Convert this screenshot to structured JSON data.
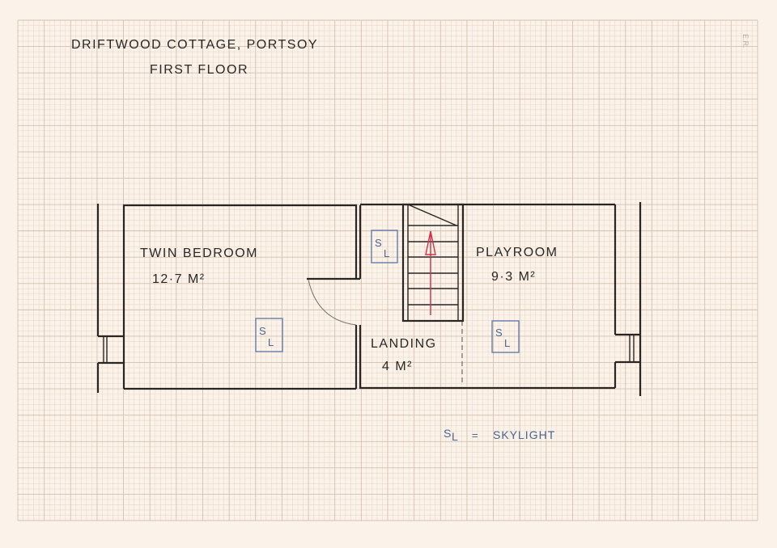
{
  "title": "DRIFTWOOD COTTAGE, PORTSOY",
  "subtitle": "FIRST FLOOR",
  "initials": "E.R.",
  "rooms": [
    {
      "name": "TWIN BEDROOM",
      "area": "12·7 M²"
    },
    {
      "name": "LANDING",
      "area": "4 M²"
    },
    {
      "name": "PLAYROOM",
      "area": "9·3 M²"
    }
  ],
  "skylight": {
    "s": "S",
    "l": "L"
  },
  "legend": {
    "symbol_s": "S",
    "symbol_l": "L",
    "equals": "=",
    "meaning": "SKYLIGHT"
  },
  "colors": {
    "paper": "#fbf3ea",
    "grid_minor": "#ead8c8",
    "grid_major": "#d6bfae",
    "ink": "#2a2523",
    "skylight_ink": "#4a6596",
    "stair_arrow": "#d0304a"
  }
}
